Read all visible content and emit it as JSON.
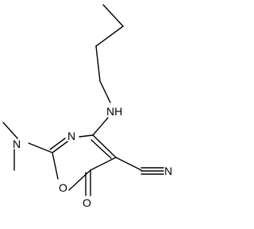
{
  "molecule": {
    "atoms": {
      "amine_nh": "NH",
      "ring_n": "N",
      "dimethylamino_n": "N",
      "ring_o": "O",
      "carbonyl_o": "O",
      "nitrile_n": "N"
    },
    "colors": {
      "bond": "#000000",
      "label": "#000000",
      "background": "#ffffff"
    }
  }
}
